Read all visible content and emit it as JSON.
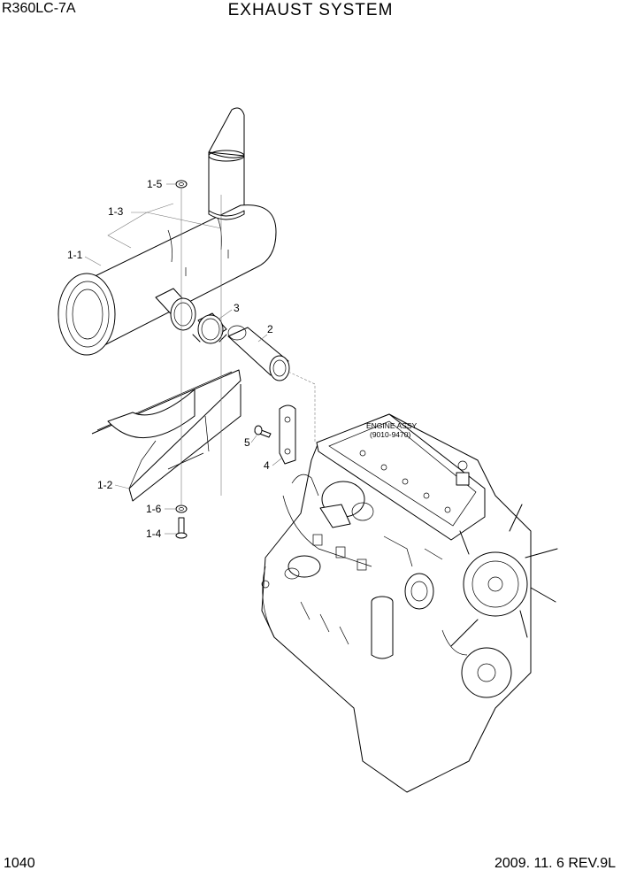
{
  "header": {
    "model": "R360LC-7A",
    "title": "EXHAUST SYSTEM"
  },
  "footer": {
    "page_number": "1040",
    "revision": "2009. 11. 6  REV.9L"
  },
  "diagram": {
    "engine_label": "ENGINE ASSY",
    "engine_code": "(9010-9470)",
    "callouts": {
      "c1_1": "1-1",
      "c1_2": "1-2",
      "c1_3": "1-3",
      "c1_4": "1-4",
      "c1_5": "1-5",
      "c1_6": "1-6",
      "c2": "2",
      "c3": "3",
      "c4": "4",
      "c5": "5"
    }
  }
}
